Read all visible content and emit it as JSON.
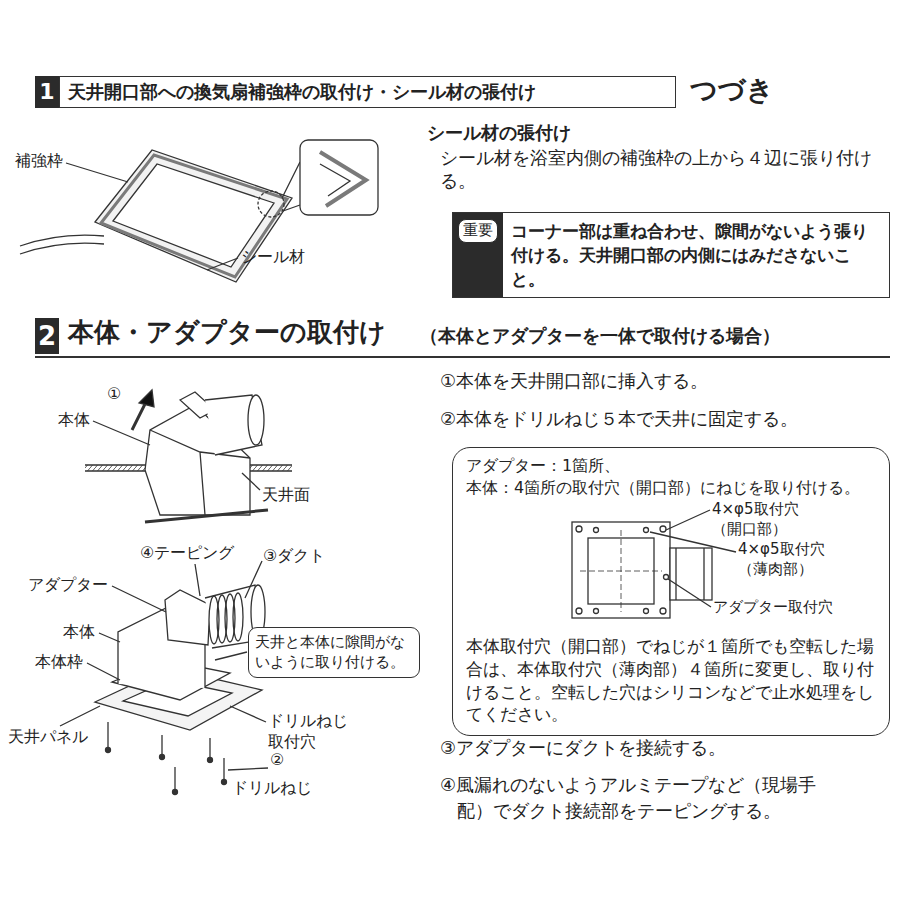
{
  "diagram": {
    "nodes": [
      {
        "text": [
          "1"
        ]
      },
      {
        "text": [
          "天井開口部への換気扇補強枠の取付け・シール材の張付け"
        ]
      },
      {
        "text": [
          "コーナー部は重ね合わせ、隙間がないよう張り付ける。天井開口部の内側にはみださないこと。"
        ]
      },
      {
        "text": [
          "重要"
        ],
        "in": 2
      },
      {
        "text": [
          "2"
        ]
      },
      {
        "text": [
          "天井と本体に隙間がないように取り付ける。"
        ]
      },
      {
        "text": [
          "アダプター：1箇所、",
          "本体：4箇所の取付穴（開口部）にねじを取り付ける。",
          "本体取付穴（開口部）でねじが１箇所でも空転した場合は、本体取付穴（薄肉部）４箇所に変更し、取り付けること。空転した穴はシリコンなどで止水処理をしてください。"
        ]
      }
    ],
    "labels": [
      "つづき",
      "補強枠",
      "シール材",
      "シール材の張付け",
      "シール材を浴室内側の補強枠の上から４辺に張り付ける。",
      "本体・アダプターの取付け",
      "（本体とアダプターを一体で取付ける場合）",
      "①",
      "本体",
      "天井面",
      "④テーピング",
      "③ダクト",
      "アダプター",
      "本体",
      "本体枠",
      "天井パネル",
      "ドリルねじ 取付穴",
      "②",
      "ドリルねじ",
      "①本体を天井開口部に挿入する。",
      "②本体をドリルねじ５本で天井に固定する。",
      "4×φ5取付穴 （開口部）",
      "4×φ5取付穴 （薄肉部）",
      "アダプター取付穴",
      "③アダプターにダクトを接続する。",
      "④風漏れのないようアルミテープなど（現場手配）でダクト接続部をテーピングする。"
    ]
  }
}
